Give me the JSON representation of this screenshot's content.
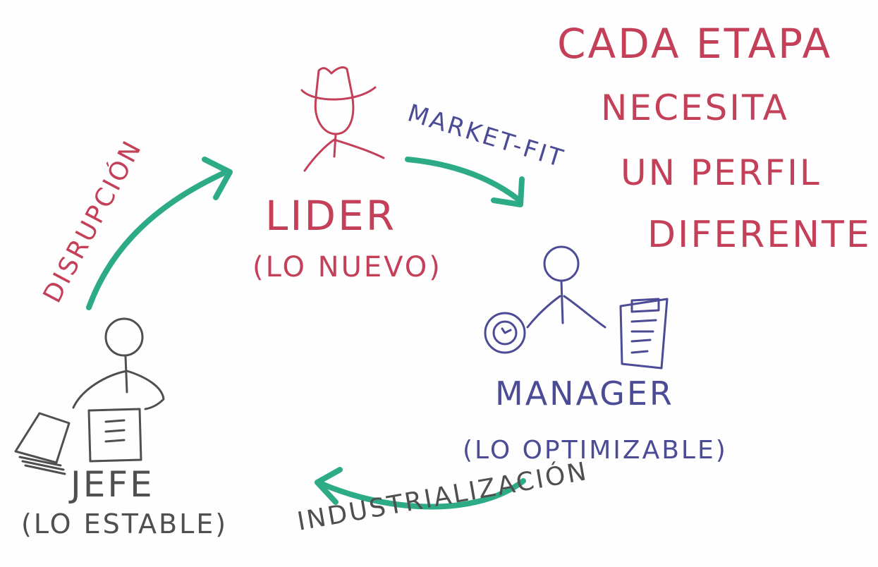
{
  "title_lines": [
    "CADA ETAPA",
    "NECESITA",
    "UN PERFIL",
    "DIFERENTE"
  ],
  "roles": {
    "lider": {
      "name": "LIDER",
      "subtitle": "(LO NUEVO)"
    },
    "manager": {
      "name": "MANAGER",
      "subtitle": "(LO OPTIMIZABLE)"
    },
    "jefe": {
      "name": "JEFE",
      "subtitle": "(LO ESTABLE)"
    }
  },
  "transitions": {
    "disrupcion": "DISRUPCIÓN",
    "market_fit": "MARKET-FIT",
    "industrializacion": "INDUSTRIALIZACIÓN"
  },
  "colors": {
    "red": "#c43f58",
    "blue": "#4b4b96",
    "grey": "#4f4f4f",
    "green": "#2cab86"
  },
  "icons": [
    "cowboy-hat-icon",
    "stopwatch-icon",
    "clipboard-icon",
    "document-icon",
    "paper-stack-icon"
  ]
}
